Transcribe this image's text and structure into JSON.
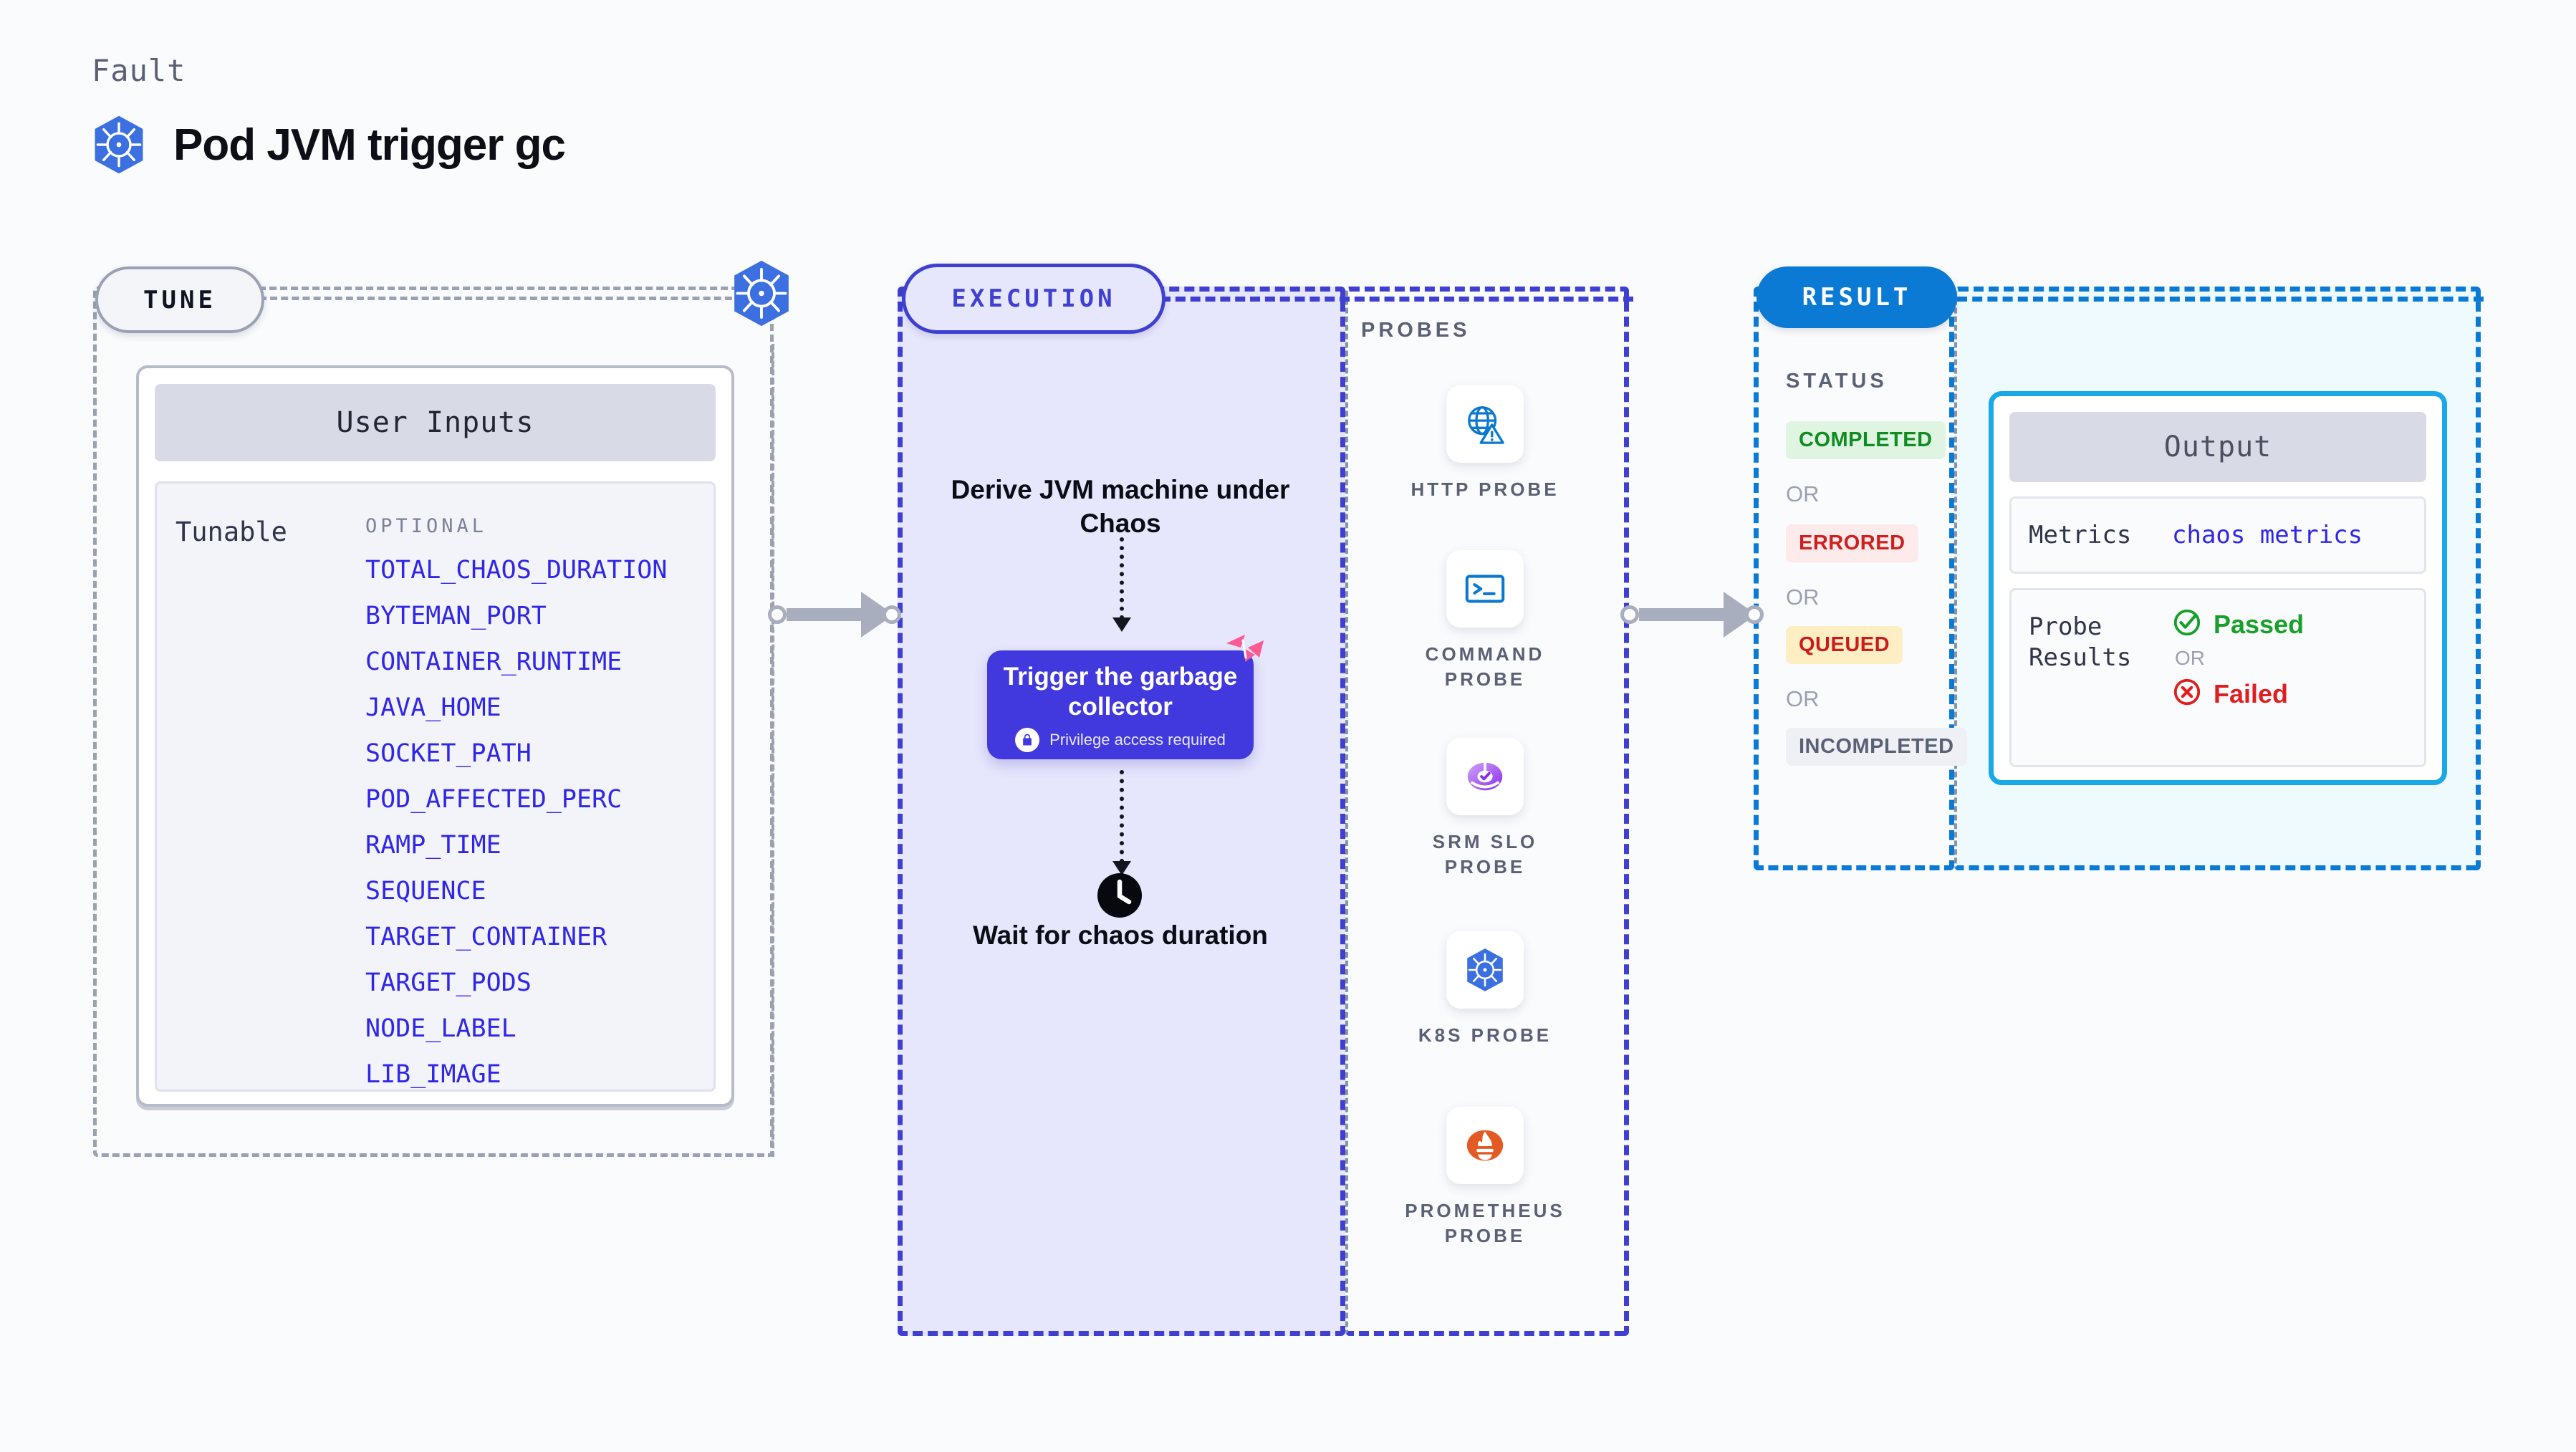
{
  "header": {
    "kicker": "Fault",
    "title": "Pod JVM trigger gc",
    "icon": "kubernetes-icon"
  },
  "stages": {
    "tune": "TUNE",
    "execution": "EXECUTION",
    "result": "RESULT"
  },
  "tune": {
    "card_title": "User Inputs",
    "row_label": "Tunable",
    "group_label": "OPTIONAL",
    "items": [
      "TOTAL_CHAOS_DURATION",
      "BYTEMAN_PORT",
      "CONTAINER_RUNTIME",
      "JAVA_HOME",
      "SOCKET_PATH",
      "POD_AFFECTED_PERC",
      "RAMP_TIME",
      "SEQUENCE",
      "TARGET_CONTAINER",
      "TARGET_PODS",
      "NODE_LABEL",
      "LIB_IMAGE"
    ]
  },
  "execution": {
    "step_1": "Derive JVM machine under Chaos",
    "action_card": {
      "title": "Trigger the garbage collector",
      "note": "Privilege access required",
      "note_icon": "lock-icon",
      "corner_icon": "litmus-chaos-icon"
    },
    "step_3": "Wait for chaos duration",
    "step_3_icon": "clock-icon"
  },
  "probes": {
    "title": "PROBES",
    "items": [
      {
        "label": "HTTP PROBE",
        "icon": "globe-warning-icon"
      },
      {
        "label": "COMMAND PROBE",
        "icon": "terminal-icon"
      },
      {
        "label": "SRM SLO PROBE",
        "icon": "slo-gauge-icon"
      },
      {
        "label": "K8S PROBE",
        "icon": "kubernetes-icon"
      },
      {
        "label": "PROMETHEUS PROBE",
        "icon": "prometheus-icon"
      }
    ]
  },
  "result": {
    "status_title": "STATUS",
    "or_label": "OR",
    "statuses": [
      {
        "label": "COMPLETED",
        "bg": "#dff5e1",
        "fg": "#0f8c22"
      },
      {
        "label": "ERRORED",
        "bg": "#fdeaea",
        "fg": "#cf2020"
      },
      {
        "label": "QUEUED",
        "bg": "#fdeec4",
        "fg": "#cc1b1b"
      },
      {
        "label": "INCOMPLETED",
        "bg": "#eef0f5",
        "fg": "#5b6175"
      }
    ]
  },
  "output": {
    "card_title": "Output",
    "metrics_key": "Metrics",
    "metrics_value": "chaos metrics",
    "probe_results_key": "Probe Results",
    "passed_label": "Passed",
    "failed_label": "Failed",
    "or_label": "OR",
    "passed_icon": "check-circle-icon",
    "failed_icon": "x-circle-icon"
  },
  "colors": {
    "page_bg": "#fafbfd",
    "tune_border": "#9aa1b3",
    "execution": "#3f3fd1",
    "execution_fill": "#e6e6fd",
    "result": "#0a7ad4",
    "output_fill": "#effaff",
    "accent_mono_text": "#3026e8",
    "action_card": "#4139dd",
    "litmus_pink": "#fb5a92"
  }
}
